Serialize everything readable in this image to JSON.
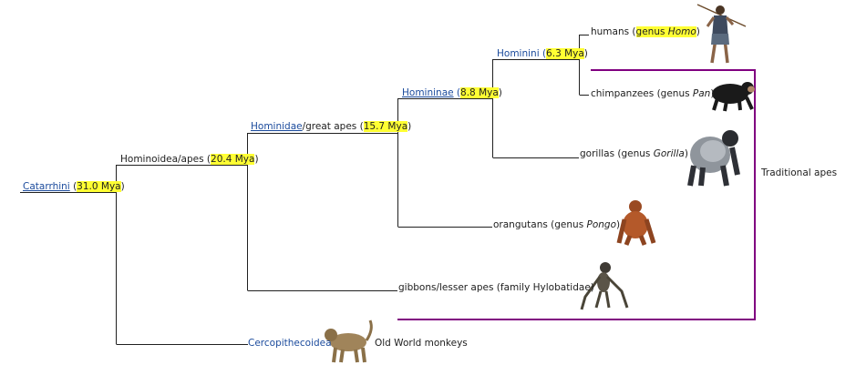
{
  "colors": {
    "highlight": "#ffff33",
    "link": "#1a4a9c",
    "bracket": "#800080",
    "line": "#202020"
  },
  "nodes": {
    "catarrhini": {
      "name": "Catarrhini",
      "open": " (",
      "age": "31.0 Mya",
      "close": ")"
    },
    "hominoidea": {
      "name": "Hominoidea/apes",
      "open": " (",
      "age": "20.4 Mya",
      "close": ")"
    },
    "hominidae": {
      "name": "Hominidae",
      "rest": "/great apes",
      "open": " (",
      "age": "15.7 Mya",
      "close": ")"
    },
    "homininae": {
      "name": "Homininae",
      "open": " (",
      "age": "8.8 Mya",
      "close": ")"
    },
    "hominini": {
      "name": "Hominini",
      "open": " (",
      "age": "6.3 Mya",
      "close": ")"
    }
  },
  "leaves": {
    "humans": {
      "pre": "humans (",
      "hl": "genus ",
      "genus": "Homo",
      "post": ")"
    },
    "chimpanzees": {
      "pre": "chimpanzees (genus ",
      "genus": "Pan",
      "post": ")"
    },
    "gorillas": {
      "pre": "gorillas (genus ",
      "genus": "Gorilla",
      "post": ")"
    },
    "orangutans": {
      "pre": "orangutans (genus ",
      "genus": "Pongo",
      "post": ")"
    },
    "gibbons": {
      "text": "gibbons/lesser apes (family Hylobatidae)"
    },
    "cercopithecoidea": {
      "name": "Cercopithecoidea",
      "desc": "Old World monkeys"
    }
  },
  "bracket_label": "Traditional apes",
  "icons": [
    "human-icon",
    "chimpanzee-icon",
    "gorilla-icon",
    "orangutan-icon",
    "gibbon-icon",
    "baboon-icon"
  ]
}
